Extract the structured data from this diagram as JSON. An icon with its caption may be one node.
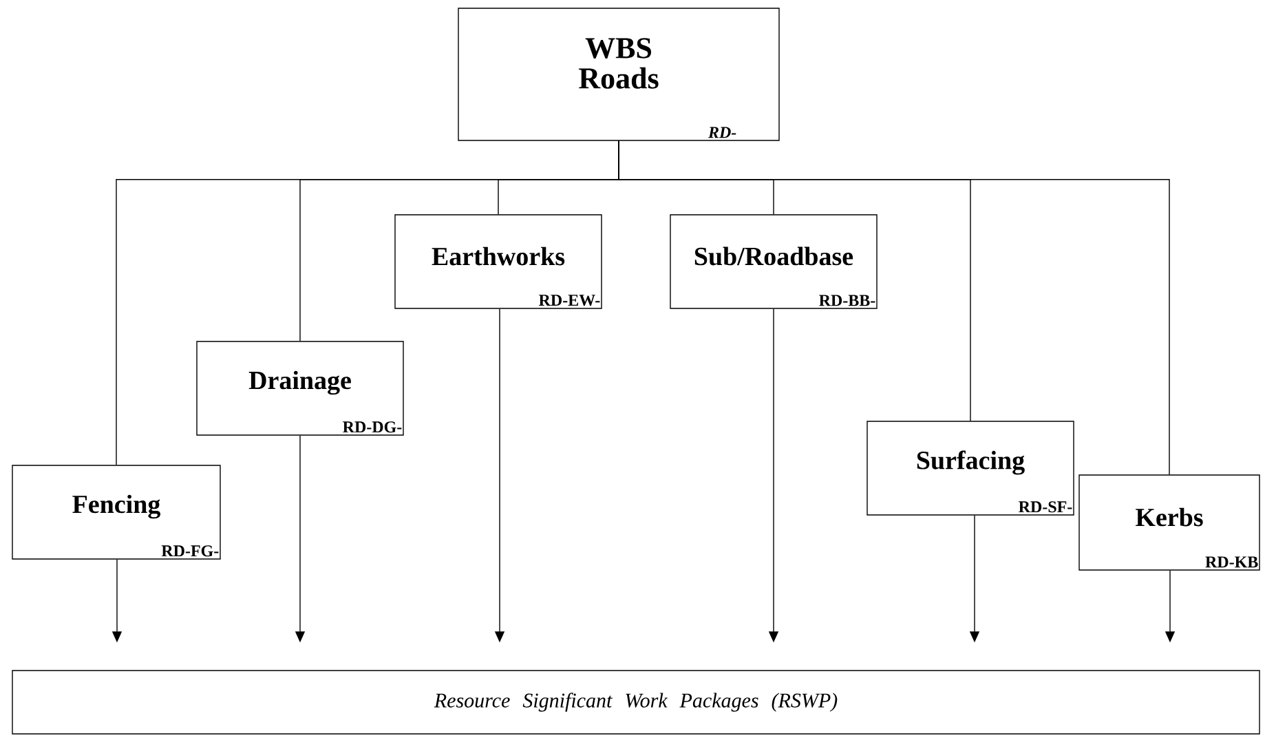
{
  "diagram": {
    "nodes": [
      {
        "text": [
          "WBS Roads",
          "RD-"
        ]
      },
      {
        "text": [
          "Earthworks",
          "RD-EW-"
        ]
      },
      {
        "text": [
          "Sub/Roadbase",
          "RD-BB-"
        ]
      },
      {
        "text": [
          "Drainage",
          "RD-DG-"
        ]
      },
      {
        "text": [
          "Surfacing",
          "RD-SF-"
        ]
      },
      {
        "text": [
          "Fencing",
          "RD-FG-"
        ]
      },
      {
        "text": [
          "Kerbs",
          "RD-KB"
        ]
      },
      {
        "text": [
          "Resource Significant Work Packages (RSWP)"
        ]
      }
    ],
    "edges": [
      {
        "from": 0,
        "to": 5,
        "arrow": "none"
      },
      {
        "from": 0,
        "to": 3,
        "arrow": "none"
      },
      {
        "from": 0,
        "to": 1,
        "arrow": "none"
      },
      {
        "from": 0,
        "to": 2,
        "arrow": "none"
      },
      {
        "from": 0,
        "to": 4,
        "arrow": "none"
      },
      {
        "from": 0,
        "to": 6,
        "arrow": "none"
      },
      {
        "from": 5,
        "to": 7,
        "arrow": "to"
      },
      {
        "from": 3,
        "to": 7,
        "arrow": "to"
      },
      {
        "from": 1,
        "to": 7,
        "arrow": "to"
      },
      {
        "from": 2,
        "to": 7,
        "arrow": "to"
      },
      {
        "from": 4,
        "to": 7,
        "arrow": "to"
      },
      {
        "from": 6,
        "to": 7,
        "arrow": "to"
      }
    ]
  }
}
